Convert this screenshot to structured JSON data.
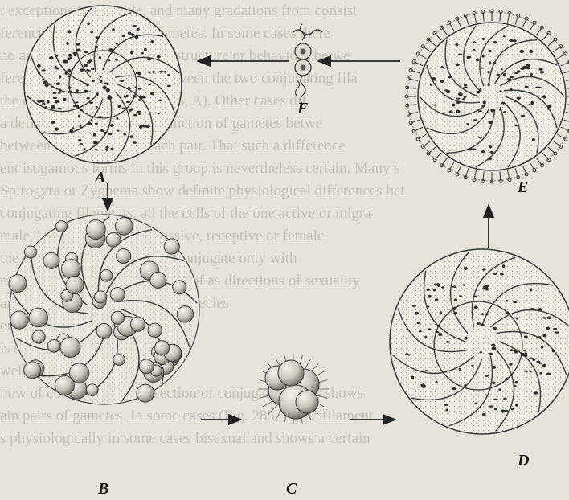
{
  "figure": {
    "panel_labels": {
      "A": "A",
      "B": "B",
      "C": "C",
      "D": "D",
      "E": "E",
      "F": "F"
    },
    "show_through_text": [
      "t exceptions to this rule, and many gradations from consist",
      "ference in the size of the gametes. In some cases there",
      "no appreciable difference of structure or behaviour betwe",
      "ferences are intermediate between the two conjugating fila",
      "the conjugating tube (Fig. 285, A). Other cases dif",
      "a definite physiological distinction of gametes betwe",
      "between the gametes of each pair. That such a difference",
      "ent isogamous forms in this group is nevertheless certain. Many s",
      "Spirogyra or Zygnema show definite physiological differences bet",
      "conjugating filaments, all the cells of the one active or migra",
      "male,\" those of the other passive, receptive or female",
      "the case of \"male\" filaments conjugate only with",
      "ments may properly be spoken of as directions of sexuality",
      "and continuous in at least one species",
      "erence of structural anisogamy",
      "is smaller than the female",
      "well marked",
      "now of conjugation. The section of conjugating cells shows",
      "ain pairs of gametes. In some cases (Fig. 285, F) the filament",
      "s physiologically in some cases bisexual and shows a certain"
    ]
  }
}
